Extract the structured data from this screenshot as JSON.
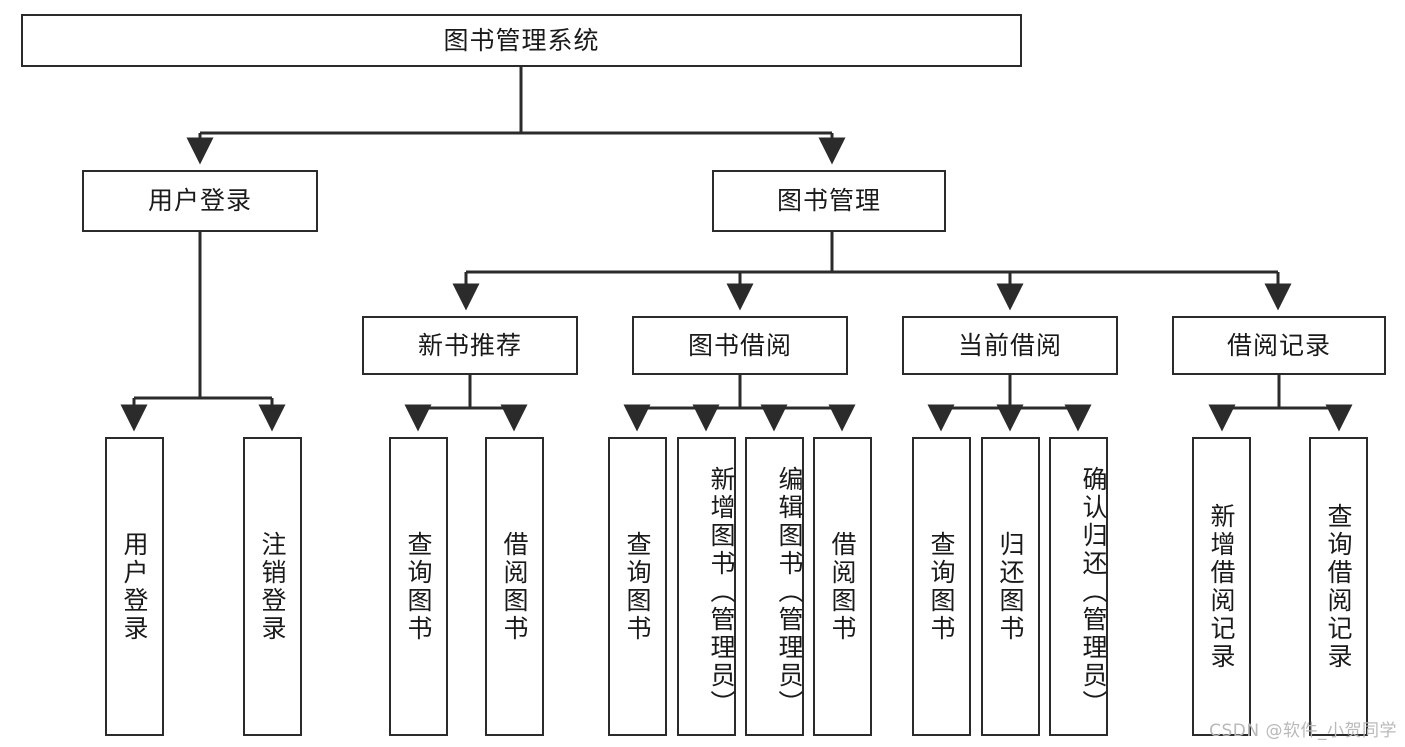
{
  "diagram": {
    "type": "tree-hierarchy",
    "title": "图书管理系统",
    "root": {
      "label": "图书管理系统"
    },
    "level2": [
      {
        "label": "用户登录"
      },
      {
        "label": "图书管理"
      }
    ],
    "level3": [
      {
        "label": "新书推荐"
      },
      {
        "label": "图书借阅"
      },
      {
        "label": "当前借阅"
      },
      {
        "label": "借阅记录"
      }
    ],
    "leaves": [
      {
        "label": "用户登录",
        "parent": "用户登录"
      },
      {
        "label": "注销登录",
        "parent": "用户登录"
      },
      {
        "label": "查询图书",
        "parent": "新书推荐"
      },
      {
        "label": "借阅图书",
        "parent": "新书推荐"
      },
      {
        "label": "查询图书",
        "parent": "图书借阅"
      },
      {
        "label": "新增图书（管理员）",
        "parent": "图书借阅"
      },
      {
        "label": "编辑图书（管理员）",
        "parent": "图书借阅"
      },
      {
        "label": "借阅图书",
        "parent": "图书借阅"
      },
      {
        "label": "查询图书",
        "parent": "当前借阅"
      },
      {
        "label": "归还图书",
        "parent": "当前借阅"
      },
      {
        "label": "确认归还（管理员）",
        "parent": "当前借阅"
      },
      {
        "label": "新增借阅记录",
        "parent": "借阅记录"
      },
      {
        "label": "查询借阅记录",
        "parent": "借阅记录"
      }
    ],
    "watermark": "CSDN @软件_小贺同学",
    "colors": {
      "stroke": "#2b2b2b",
      "background": "#ffffff",
      "text": "#1a1a1a",
      "watermark": "#b9b9b9"
    }
  }
}
